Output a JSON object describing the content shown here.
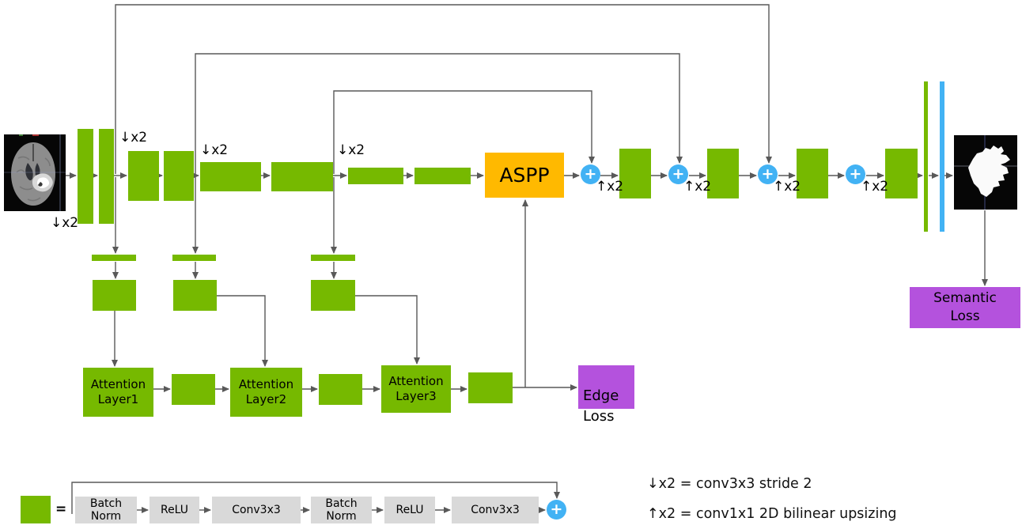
{
  "labels": {
    "aspp": "ASPP",
    "edge_loss": "Edge\nLoss",
    "semantic_loss": "Semantic\nLoss",
    "attention_layer_1": "Attention\nLayer1",
    "attention_layer_2": "Attention\nLayer2",
    "attention_layer_3": "Attention\nLayer3",
    "downsample": "↓x2",
    "upsample": "↑x2",
    "plus": "+",
    "equals": "="
  },
  "legend": {
    "blocks": [
      "Batch\nNorm",
      "ReLU",
      "Conv3x3",
      "Batch\nNorm",
      "ReLU",
      "Conv3x3"
    ],
    "notes": [
      "↓x2 = conv3x3 stride 2",
      "↑x2 = conv1x1 2D bilinear upsizing"
    ]
  },
  "colors": {
    "conv_block_green": "#76B900",
    "aspp_orange": "#FFB900",
    "loss_purple": "#B452DD",
    "add_circle_blue": "#42B2F4",
    "legend_gray": "#D9D9D9",
    "wire_gray": "#595959"
  }
}
